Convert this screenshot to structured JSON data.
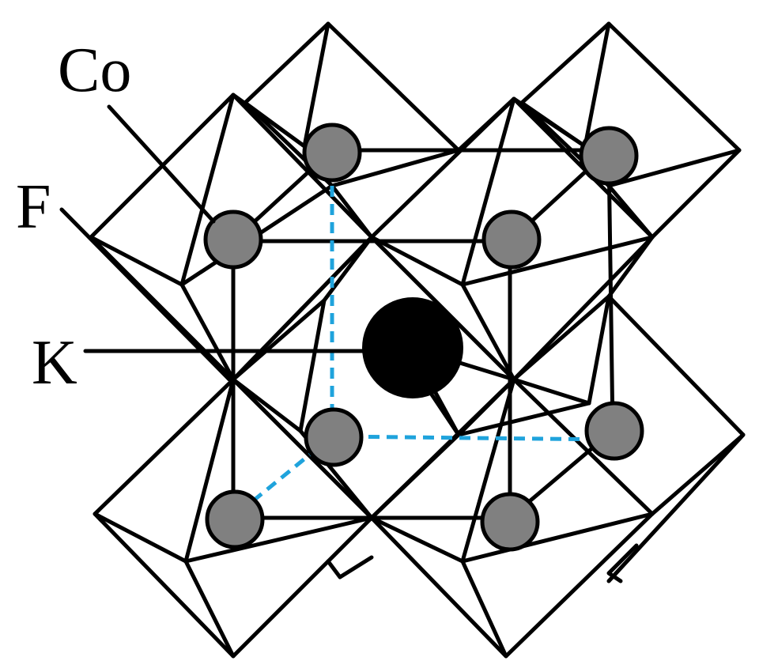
{
  "diagram": {
    "labels": {
      "co": "Co",
      "f": "F",
      "k": "K"
    },
    "colors": {
      "line": "#000000",
      "co_atom": "#808080",
      "k_atom": "#000000",
      "axis": "#1fa3dc",
      "background": "#ffffff"
    }
  }
}
